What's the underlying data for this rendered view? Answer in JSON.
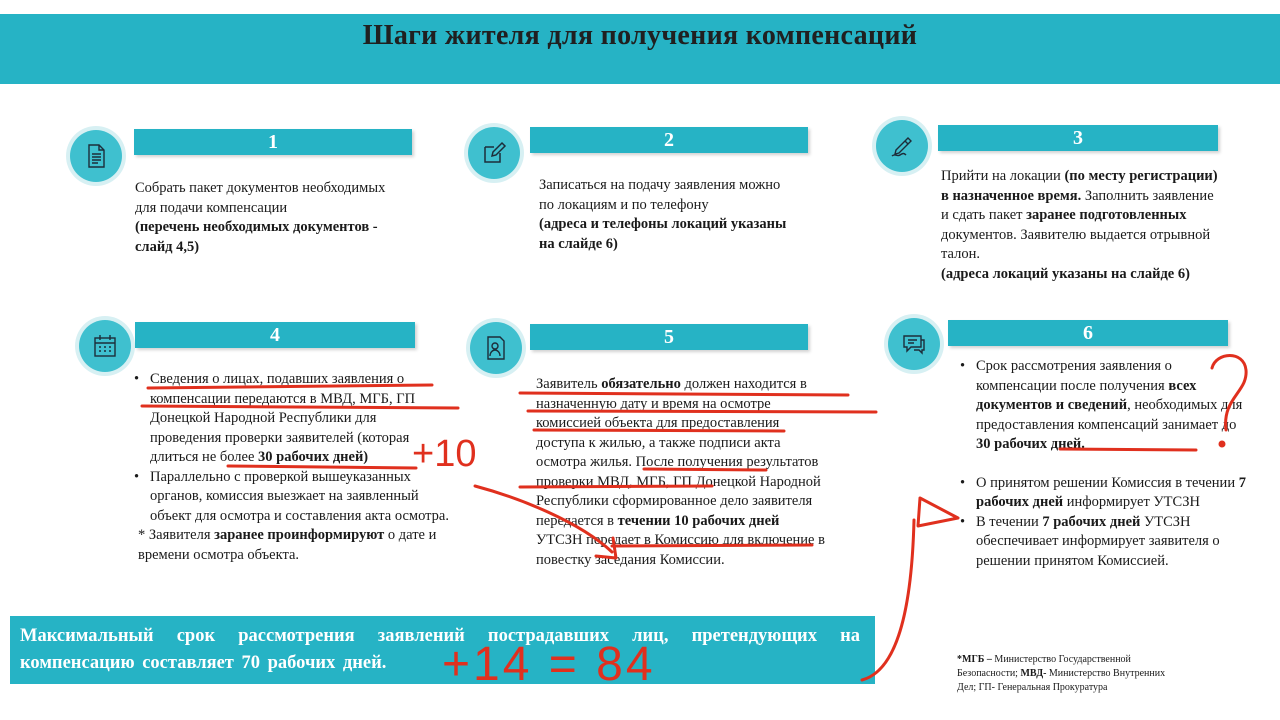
{
  "title": "Шаги жителя для получения компенсаций",
  "steps": [
    {
      "number": "1",
      "icon": "document-icon",
      "lines": [
        "Собрать пакет документов необходимых",
        "для подачи компенсации"
      ],
      "bold_lines": [
        "(перечень необходимых документов -",
        "слайд 4,5)"
      ]
    },
    {
      "number": "2",
      "icon": "edit-icon",
      "lines": [
        "Записаться на подачу заявления можно",
        "по локациям и по телефону"
      ],
      "bold_lines": [
        "(адреса и телефоны локаций указаны",
        "на слайде 6)"
      ]
    },
    {
      "number": "3",
      "icon": "signature-icon",
      "text_a": "Прийти на локации ",
      "bold_a": "(по месту регистрации)",
      "bold_b": "в назначенное время.",
      "text_b": " Заполнить заявление",
      "text_c": "и сдать пакет ",
      "bold_c": "заранее подготовленных",
      "text_d": "документов. Заявителю выдается отрывной",
      "text_e": "талон.",
      "bold_d": "(адреса локаций указаны на слайде 6)"
    },
    {
      "number": "4",
      "icon": "calendar-icon",
      "b1_text": "Сведения о лицах, подавших заявления о компенсации передаются в МВД, МГБ, ГП Донецкой Народной Республики для проведения проверки заявителей (которая длиться не более ",
      "b1_bold": "30 рабочих дней)",
      "b2_text": "Параллельно с проверкой вышеуказанных органов, комиссия выезжает на заявленный объект для осмотра и составления акта осмотра.",
      "note_a": "* Заявителя ",
      "note_bold": "заранее проинформируют",
      "note_b": " о дате и времени осмотра объекта."
    },
    {
      "number": "5",
      "icon": "person-document-icon",
      "text_a": "Заявитель ",
      "bold_a": "обязательно",
      "text_b": " должен находится в назначенную дату и время на осмотре комиссией объекта для предоставления доступа к жилью, а также подписи акта осмотра жилья. После получения результатов проверки МВД, МГБ, ГП Донецкой Народной Республики сформированное дело заявителя передается в ",
      "bold_b": "течении 10 рабочих дней",
      "text_c": " УТСЗН передает в Комиссию для включение в повестку заседания Комиссии."
    },
    {
      "number": "6",
      "icon": "chat-icon",
      "b1_text_a": "Срок рассмотрения заявления о компенсации после получения ",
      "b1_bold_a": "всех документов и сведений",
      "b1_text_b": ", необходимых для предоставления компенсаций занимает до ",
      "b1_bold_b": "30 рабочих дней.",
      "b2_text_a": "О принятом решении Комиссия в течении ",
      "b2_bold": "7 рабочих дней",
      "b2_text_b": " информирует УТСЗН",
      "b3_text_a": "В течении ",
      "b3_bold": "7 рабочих дней",
      "b3_text_b": " УТСЗН обеспечивает информирует заявителя о решении принятом Комиссией."
    }
  ],
  "summary": "Максимальный срок рассмотрения заявлений пострадавших лиц, претендующих на компенсацию составляет 70 рабочих дней.",
  "footnote": {
    "bold_a": "*МГБ –",
    "text_a": " Министерство Государственной Безопасности; ",
    "bold_b": "МВД-",
    "text_b": " Министерство Внутренних Дел; ГП- Генеральная Прокуратура"
  },
  "annotations": {
    "plus_ten": "+10",
    "sum": "+14 = 84",
    "question": "?"
  },
  "colors": {
    "accent": "#26b3c5",
    "annotation": "#e0301e"
  }
}
